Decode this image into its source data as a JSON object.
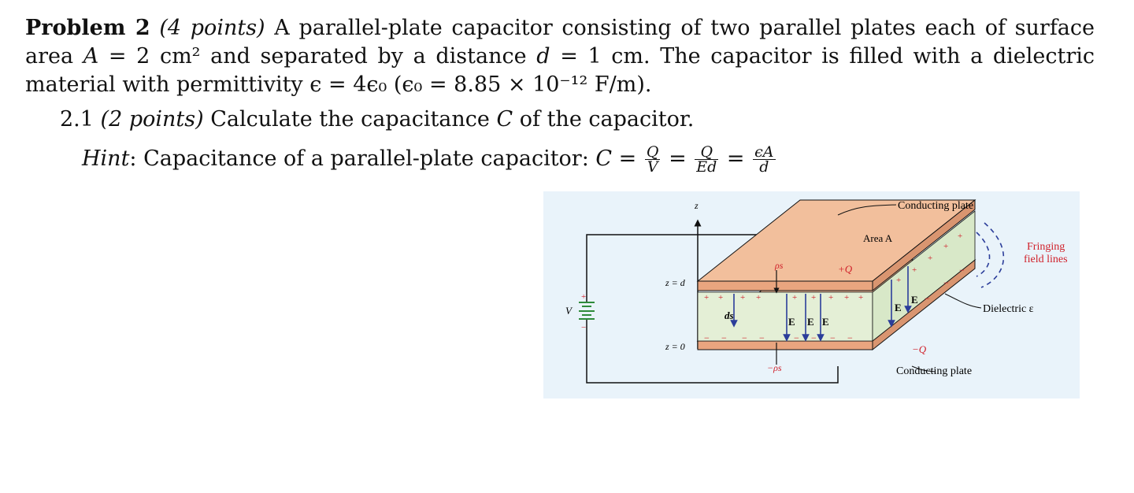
{
  "problem": {
    "title": "Problem 2",
    "points": "(4 points)",
    "text1": "A parallel-plate capacitor consisting of two parallel plates each of surface area",
    "var_A": "A",
    "text2": "= 2 cm² and separated by a distance",
    "var_d": "d",
    "text3": "= 1 cm.  The capacitor is filled with a dielectric material with permittivity",
    "text4": "ϵ = 4ϵ₀ (ϵ₀ = 8.85 × 10⁻¹² F/m)."
  },
  "part": {
    "number": "2.1",
    "points": "(2 points)",
    "text": "Calculate the capacitance",
    "var_C": "C",
    "text_end": "of the capacitor."
  },
  "hint": {
    "label": "Hint",
    "text": ": Capacitance of a parallel-plate capacitor:",
    "var_C": "C",
    "eq": "=",
    "f1_num": "Q",
    "f1_den": "V",
    "f2_num": "Q",
    "f2_den": "Ed",
    "f3_num": "ϵA",
    "f3_den": "d"
  },
  "figure": {
    "z_axis": "z",
    "z_d": "z = d",
    "z_0": "z = 0",
    "v_label": "V",
    "plus": "+",
    "minus": "−",
    "rho_s": "ρs",
    "neg_rho_s": "−ρs",
    "plus_q": "+Q",
    "minus_q": "−Q",
    "area_a": "Area A",
    "ds": "ds",
    "e_label": "E",
    "top_plate": "Conducting plate",
    "bottom_plate": "Conducting plate",
    "fringing_1": "Fringing",
    "fringing_2": "field lines",
    "dielectric": "Dielectric ε",
    "colors": {
      "background": "#e9f3fa",
      "plate": "#f2bf9c",
      "dielectric": "#e4efd6",
      "field": "#2b3d9a",
      "charge": "#d0202a"
    }
  }
}
